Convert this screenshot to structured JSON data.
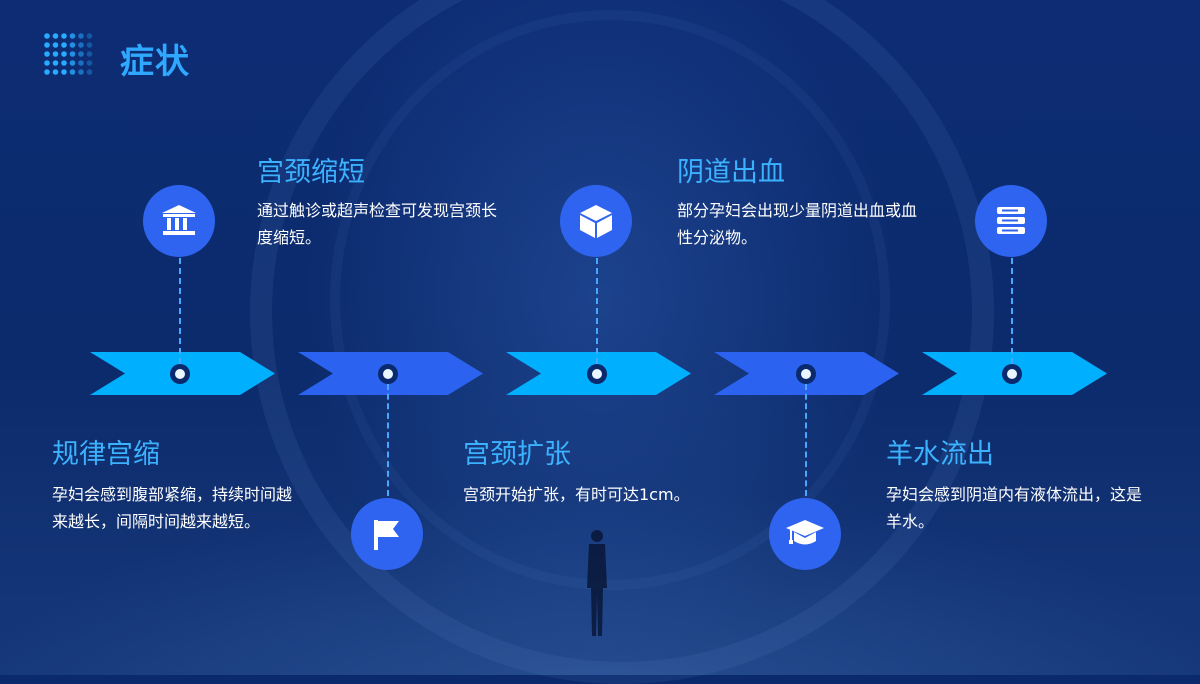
{
  "header": {
    "title": "症状"
  },
  "steps": [
    {
      "title": "规律宫缩",
      "desc": "孕妇会感到腹部紧缩，持续时间越来越长，间隔时间越来越短。",
      "icon": "bank-icon"
    },
    {
      "title": "宫颈缩短",
      "desc": "通过触诊或超声检查可发现宫颈长度缩短。",
      "icon": "flag-icon"
    },
    {
      "title": "宫颈扩张",
      "desc": "宫颈开始扩张，有时可达1cm。",
      "icon": "cube-icon"
    },
    {
      "title": "阴道出血",
      "desc": "部分孕妇会出现少量阴道出血或血性分泌物。",
      "icon": "graduation-cap-icon"
    },
    {
      "title": "羊水流出",
      "desc": "孕妇会感到阴道内有液体流出，这是羊水。",
      "icon": "layers-icon"
    }
  ],
  "colors": {
    "arrow_light": "#00b0ff",
    "arrow_dark": "#2b63f0",
    "accent": "#3cb2ff",
    "icon_bg": "#2f64f0"
  }
}
